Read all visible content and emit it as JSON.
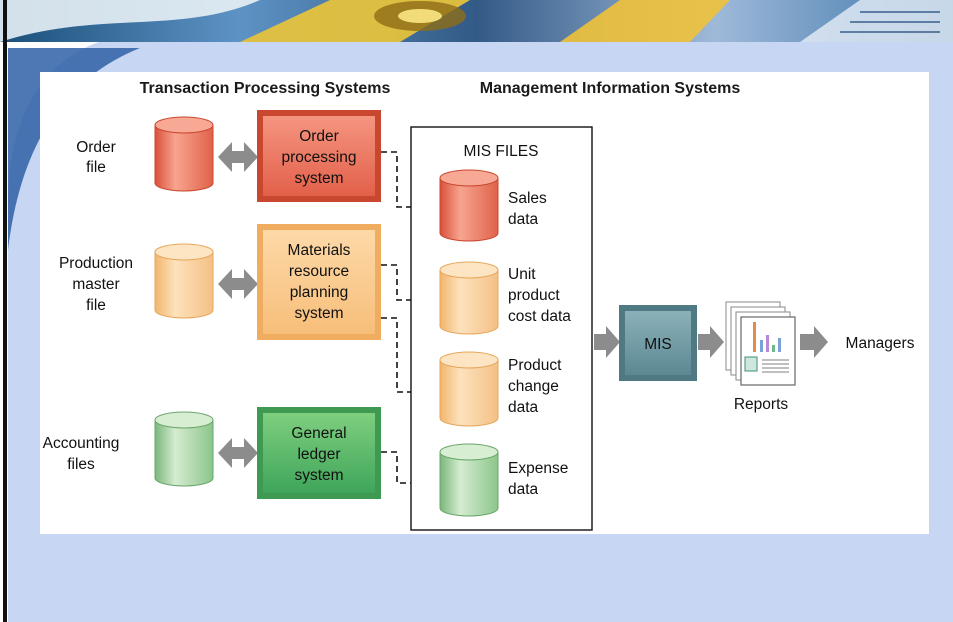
{
  "headers": {
    "tps": "Transaction Processing Systems",
    "mis": "Management Information Systems"
  },
  "left_files": [
    {
      "lines": [
        "Order",
        "file"
      ]
    },
    {
      "lines": [
        "Production",
        "master",
        "file"
      ]
    },
    {
      "lines": [
        "Accounting",
        "files"
      ]
    }
  ],
  "systems": [
    {
      "lines": [
        "Order",
        "processing",
        "system"
      ]
    },
    {
      "lines": [
        "Materials",
        "resource",
        "planning",
        "system"
      ]
    },
    {
      "lines": [
        "General",
        "ledger",
        "system"
      ]
    }
  ],
  "mis_files": {
    "title": "MIS FILES",
    "items": [
      {
        "lines": [
          "Sales",
          "data"
        ]
      },
      {
        "lines": [
          "Unit",
          "product",
          "cost data"
        ]
      },
      {
        "lines": [
          "Product",
          "change",
          "data"
        ]
      },
      {
        "lines": [
          "Expense",
          "data"
        ]
      }
    ]
  },
  "mis_box": "MIS",
  "reports": "Reports",
  "managers": "Managers",
  "colors": {
    "red": "#ef7d66",
    "orange": "#fbcf92",
    "green": "#9fd09a",
    "mis": "#6f9aa4",
    "arrow": "#8c8c8c",
    "slide_blue": "#c7d6f3"
  }
}
